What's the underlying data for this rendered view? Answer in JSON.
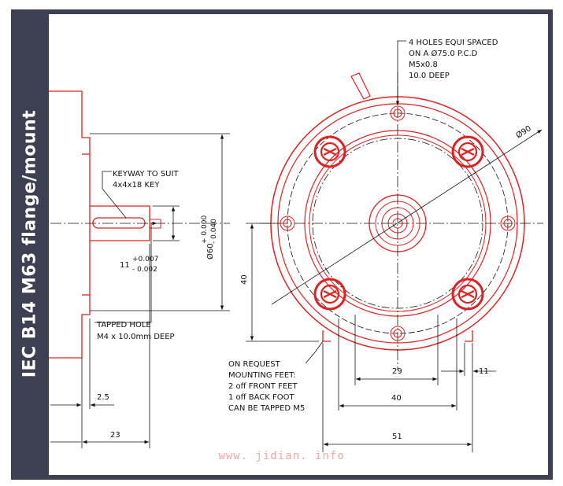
{
  "title": "IEC B14 M63 flange/mount",
  "notes": {
    "holes": [
      "4 HOLES EQUI SPACED",
      "ON A Ø75.0 P.C.D",
      "M5x0.8",
      "10.0 DEEP"
    ],
    "keyway": [
      "KEYWAY TO SUIT",
      "4x4x18 KEY"
    ],
    "tapped_hole": [
      "TAPPED HOLE",
      "M4 x 10.0mm DEEP"
    ],
    "feet": [
      "ON REQUEST",
      "MOUNTING FEET:",
      "2 off FRONT FEET",
      "1 off BACK FOOT",
      "CAN BE TAPPED M5"
    ]
  },
  "dimensions": {
    "dia90": "Ø90",
    "dia60": "Ø60",
    "dia60_tol_upper": "+ 0.000",
    "dia60_tol_lower": "- 0.040",
    "d11": "11",
    "d11_tol_upper": "+0.007",
    "d11_tol_lower": "- 0.002",
    "d2_5": "2.5",
    "d23": "23",
    "d40_vertical": "40",
    "d29": "29",
    "d11_right": "11",
    "d40_horizontal": "40",
    "d51": "51"
  },
  "watermark": "www. jidian. info",
  "colors": {
    "frame": "#3d3f52",
    "part": "#e02020",
    "lines": "#111111"
  }
}
